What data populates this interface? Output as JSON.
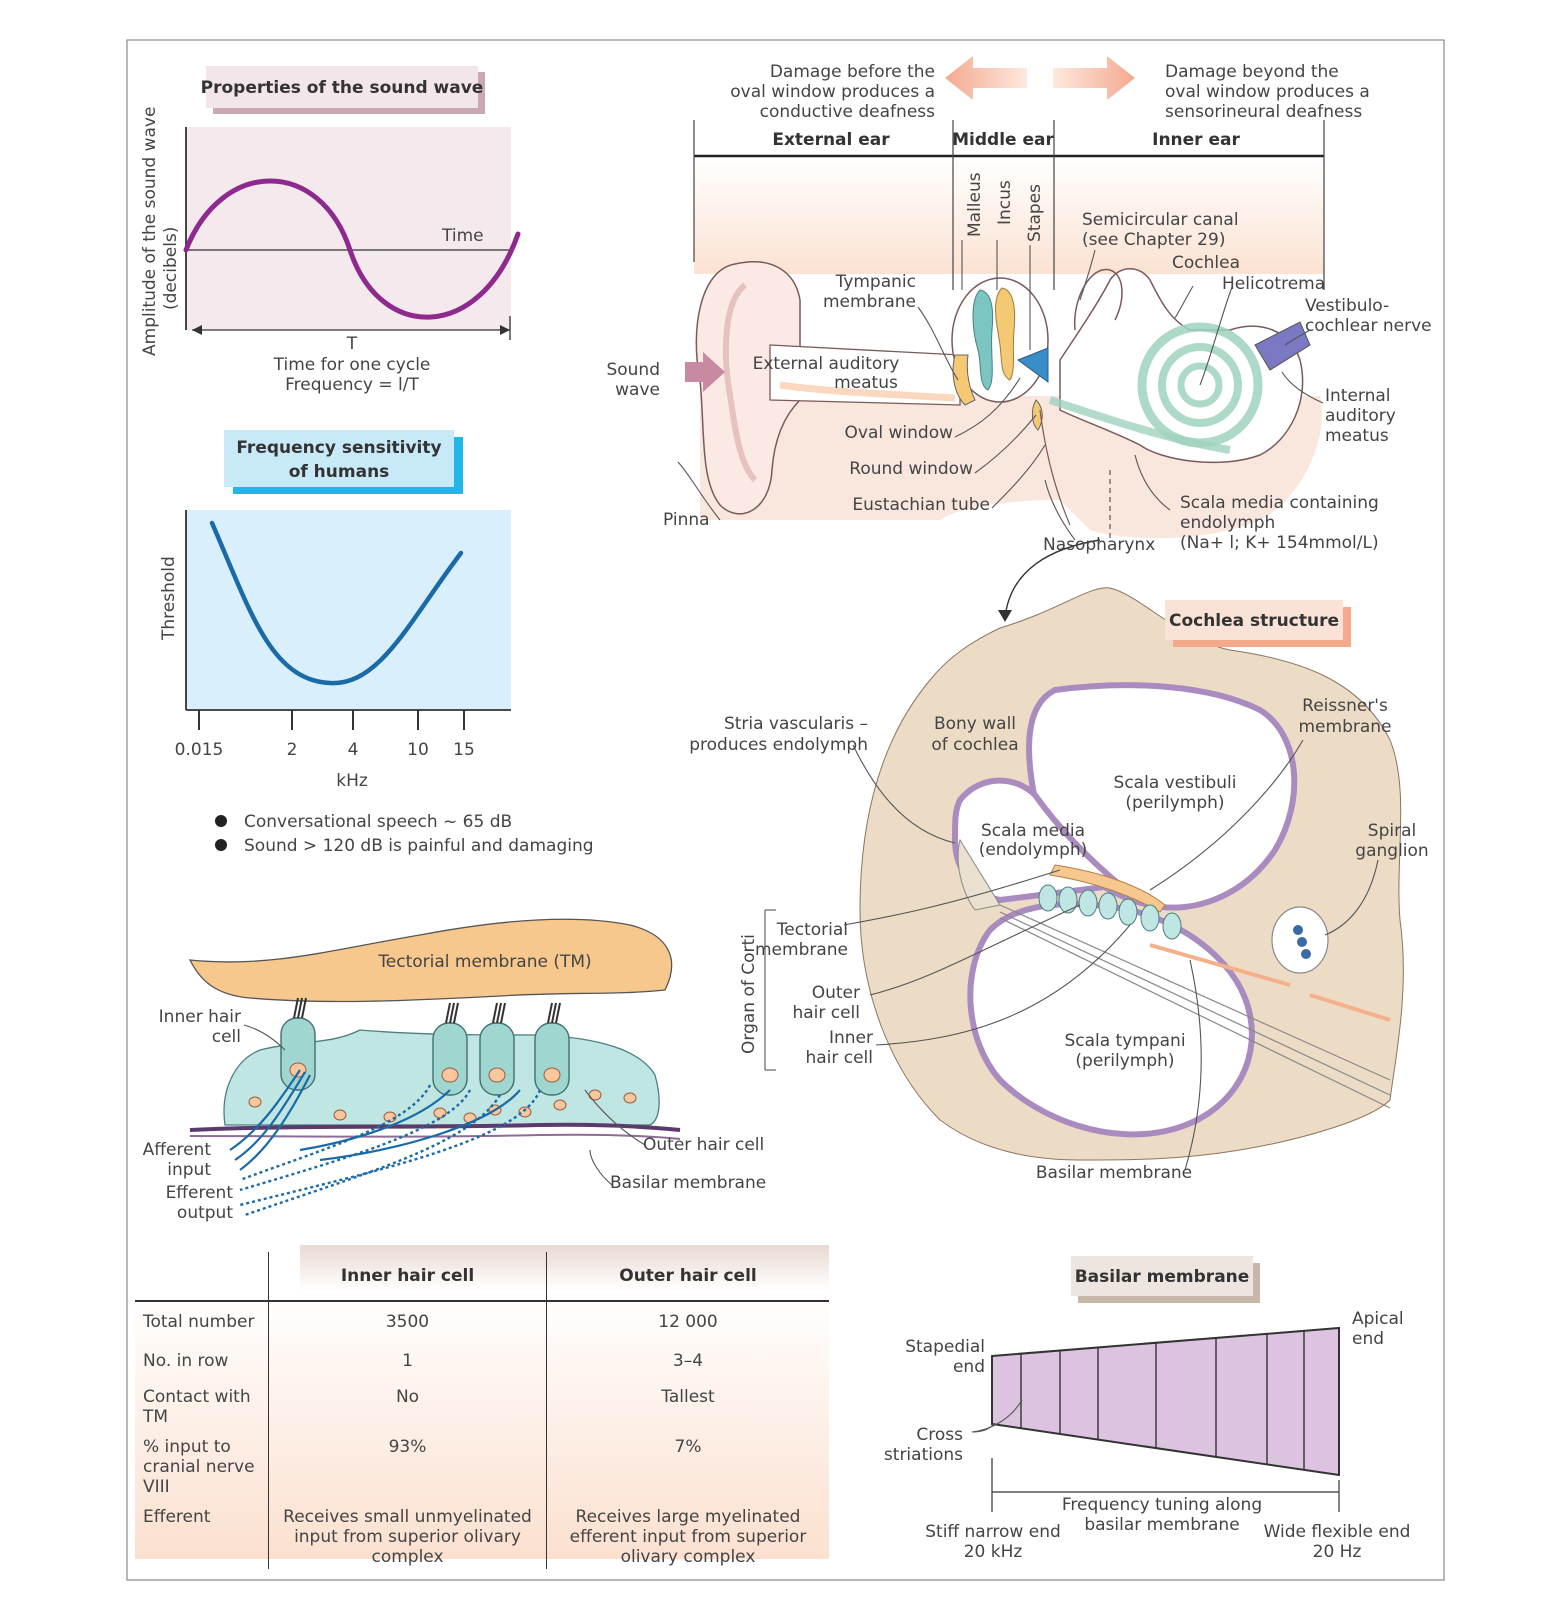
{
  "sound_wave": {
    "title": "Properties of the sound wave",
    "ylabel_line1": "Amplitude of the sound wave",
    "ylabel_line2": "(decibels)",
    "time_label": "Time",
    "period_label": "T",
    "caption_line1": "Time for one cycle",
    "caption_line2": "Frequency = l/T"
  },
  "frequency_sensitivity": {
    "title_line1": "Frequency sensitivity",
    "title_line2": "of humans",
    "ylabel": "Threshold",
    "xlabel": "kHz",
    "ticks": [
      "0.015",
      "2",
      "4",
      "10",
      "15"
    ],
    "bullets": [
      "Conversational speech ~ 65 dB",
      "Sound > 120 dB is painful and damaging"
    ]
  },
  "ear": {
    "damage_left": [
      "Damage before the",
      "oval window produces a",
      "conductive deafness"
    ],
    "damage_right": [
      "Damage beyond the",
      "oval window produces a",
      "sensorineural deafness"
    ],
    "sections": [
      "External ear",
      "Middle ear",
      "Inner ear"
    ],
    "ossicles": [
      "Malleus",
      "Incus",
      "Stapes"
    ],
    "labels": {
      "semicircular_1": "Semicircular canal",
      "semicircular_2": "(see Chapter 29)",
      "cochlea": "Cochlea",
      "helicotrema": "Helicotrema",
      "vestibulo_1": "Vestibulo-",
      "vestibulo_2": "cochlear nerve",
      "tympanic_1": "Tympanic",
      "tympanic_2": "membrane",
      "sound_1": "Sound",
      "sound_2": "wave",
      "eam_1": "External auditory",
      "eam_2": "meatus",
      "iam_1": "Internal",
      "iam_2": "auditory",
      "iam_3": "meatus",
      "oval": "Oval window",
      "round": "Round window",
      "eustachian": "Eustachian tube",
      "pinna": "Pinna",
      "nasopharynx": "Nasopharynx",
      "scala_media_1": "Scala media containing",
      "scala_media_2": "endolymph",
      "scala_media_3": "(Na+ l; K+ 154mmol/L)"
    }
  },
  "cochlea_structure": {
    "title": "Cochlea structure",
    "labels": {
      "stria_1": "Stria vascularis –",
      "stria_2": "produces endolymph",
      "bony_1": "Bony wall",
      "bony_2": "of cochlea",
      "reissner_1": "Reissner's",
      "reissner_2": "membrane",
      "vestibuli_1": "Scala vestibuli",
      "vestibuli_2": "(perilymph)",
      "media_1": "Scala media",
      "media_2": "(endolymph)",
      "spiral_1": "Spiral",
      "spiral_2": "ganglion",
      "organ": "Organ of Corti",
      "tectorial_1": "Tectorial",
      "tectorial_2": "membrane",
      "outer_1": "Outer",
      "outer_2": "hair cell",
      "inner_1": "Inner",
      "inner_2": "hair cell",
      "tympani_1": "Scala tympani",
      "tympani_2": "(perilymph)",
      "basilar": "Basilar membrane"
    }
  },
  "hair_cells": {
    "tm": "Tectorial membrane (TM)",
    "inner_1": "Inner hair",
    "inner_2": "cell",
    "outer": "Outer hair cell",
    "basilar": "Basilar membrane",
    "afferent_1": "Afferent",
    "afferent_2": "input",
    "efferent_1": "Efferent",
    "efferent_2": "output"
  },
  "table": {
    "columns": [
      "Inner hair cell",
      "Outer hair cell"
    ],
    "rows": [
      {
        "label": "Total number",
        "inner": "3500",
        "outer": "12 000"
      },
      {
        "label": "No. in row",
        "inner": "1",
        "outer": "3–4"
      },
      {
        "label": "Contact with TM",
        "inner": "No",
        "outer": "Tallest"
      },
      {
        "label": "% input to cranial nerve VIII",
        "inner": "93%",
        "outer": "7%"
      },
      {
        "label": "Efferent",
        "inner": "Receives small unmyelinated input from superior olivary complex",
        "outer": "Receives large myelinated efferent input from superior olivary complex"
      }
    ]
  },
  "basilar_membrane": {
    "title": "Basilar membrane",
    "stapedial_1": "Stapedial",
    "stapedial_2": "end",
    "apical_1": "Apical",
    "apical_2": "end",
    "cross_1": "Cross",
    "cross_2": "striations",
    "tuning_1": "Frequency tuning along",
    "tuning_2": "basilar membrane",
    "stiff_1": "Stiff narrow end",
    "stiff_2": "20 kHz",
    "wide_1": "Wide flexible end",
    "wide_2": "20 Hz"
  },
  "colors": {
    "wave": "#8e2a8e",
    "sensitivity_curve": "#1a6aa8",
    "sensitivity_bg": "#d9effb",
    "wave_bg": "#f4eaee",
    "bone": "#ecdcc6",
    "tm": "#f7c88d",
    "hair_cell": "#bfe6e2",
    "basilar_fill": "#dcc3e0",
    "ear_skin": "#f6e5dd"
  }
}
